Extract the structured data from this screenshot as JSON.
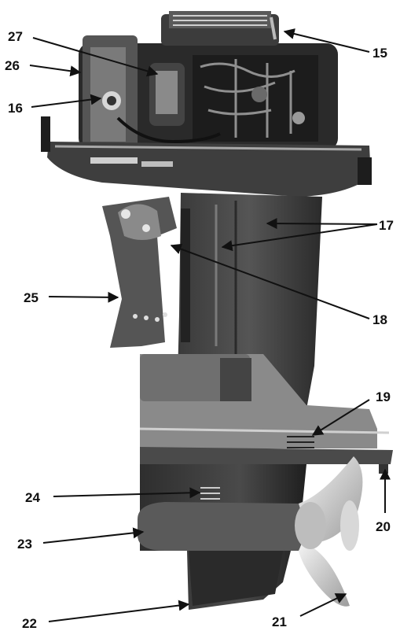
{
  "colors": {
    "ink": "#111111",
    "dark_body": "#2a2a2a",
    "mid_body": "#4d4d4d",
    "light_body": "#8a8a8a",
    "pale": "#bdbdbd",
    "paper": "#ffffff"
  },
  "callouts": [
    {
      "id": "c15",
      "label": "15"
    },
    {
      "id": "c16",
      "label": "16"
    },
    {
      "id": "c17",
      "label": "17"
    },
    {
      "id": "c18",
      "label": "18"
    },
    {
      "id": "c19",
      "label": "19"
    },
    {
      "id": "c20",
      "label": "20"
    },
    {
      "id": "c21",
      "label": "21"
    },
    {
      "id": "c22",
      "label": "22"
    },
    {
      "id": "c23",
      "label": "23"
    },
    {
      "id": "c24",
      "label": "24"
    },
    {
      "id": "c25",
      "label": "25"
    },
    {
      "id": "c26",
      "label": "26"
    },
    {
      "id": "c27",
      "label": "27"
    }
  ]
}
